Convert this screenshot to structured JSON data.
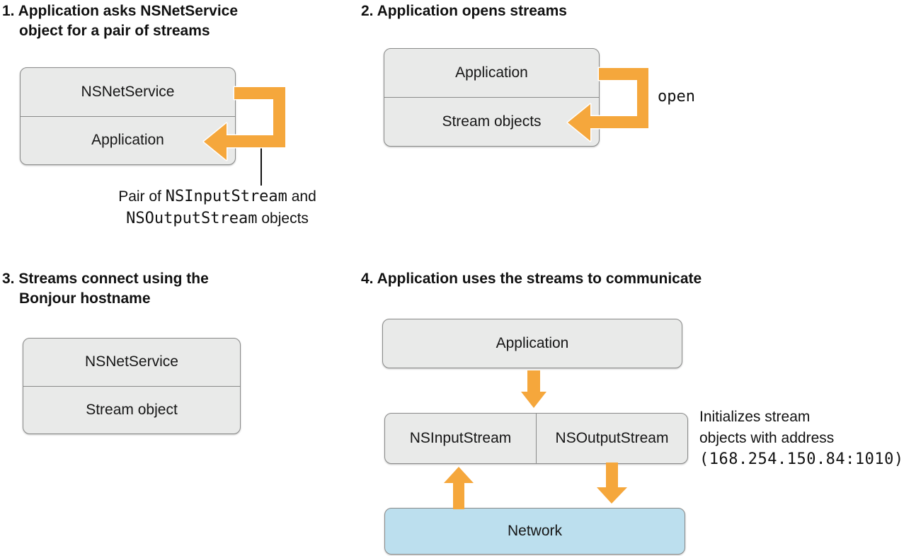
{
  "colors": {
    "orange": "#F5A73C",
    "box_fill": "#E9EAE9",
    "box_border": "#8A8B8A",
    "network_fill": "#BCDFEE",
    "text": "#111111"
  },
  "steps": [
    {
      "title_line1": "1. Application asks NSNetService",
      "title_line2": "object for a pair of streams",
      "box_rows": [
        "NSNetService",
        "Application"
      ],
      "caption": {
        "line1_pre": "Pair of ",
        "line1_mono": "NSInputStream",
        "line1_post": " and",
        "line2_mono": "NSOutputStream",
        "line2_post": " objects"
      }
    },
    {
      "title_line1": "2. Application opens streams",
      "box_rows": [
        "Application",
        "Stream objects"
      ],
      "arrow_label": "open"
    },
    {
      "title_line1": "3. Streams connect using the",
      "title_line2": "Bonjour hostname",
      "box_rows": [
        "NSNetService",
        "Stream object"
      ]
    },
    {
      "title_line1": "4. Application uses the streams to communicate",
      "application_box": "Application",
      "stream_boxes": [
        "NSInputStream",
        "NSOutputStream"
      ],
      "network_box": "Network",
      "note": {
        "line1": "Initializes stream",
        "line2": "objects with address",
        "line3_mono": "(168.254.150.84:1010)"
      }
    }
  ]
}
